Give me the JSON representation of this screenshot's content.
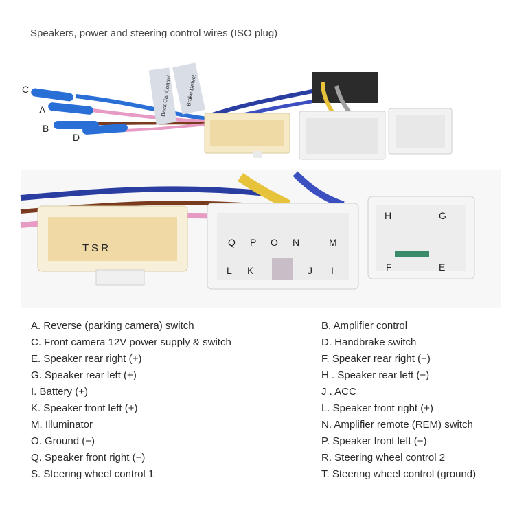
{
  "title": "Speakers, power and steering control wires (ISO plug)",
  "top_labels": [
    "C",
    "A",
    "B",
    "D"
  ],
  "tag_texts": [
    "Back Car Control",
    "Brake Detect"
  ],
  "pin_labels": {
    "left_plug": "T S R",
    "middle_top_row": [
      "Q",
      "P",
      "O",
      "N",
      "M"
    ],
    "middle_bottom_row": [
      "L",
      "K",
      "J",
      "I"
    ],
    "right_plug": [
      "H",
      "G",
      "F",
      "E"
    ]
  },
  "legend": [
    {
      "id": "A",
      "text": "A. Reverse (parking camera) switch"
    },
    {
      "id": "B",
      "text": "B.  Amplifier control"
    },
    {
      "id": "C",
      "text": "C.  Front camera 12V power supply & switch"
    },
    {
      "id": "D",
      "text": "D.  Handbrake switch"
    },
    {
      "id": "E",
      "text": "E. Speaker rear right (+)"
    },
    {
      "id": "F",
      "text": "F.  Speaker rear right (−)"
    },
    {
      "id": "G",
      "text": "G. Speaker rear left (+)"
    },
    {
      "id": "H",
      "text": "H . Speaker rear left (−)"
    },
    {
      "id": "I",
      "text": "I.   Battery (+)"
    },
    {
      "id": "J",
      "text": "J .  ACC"
    },
    {
      "id": "K",
      "text": "K. Speaker front left (+)"
    },
    {
      "id": "L",
      "text": "L. Speaker front right (+)"
    },
    {
      "id": "M",
      "text": "M. Illuminator"
    },
    {
      "id": "N",
      "text": "N.  Amplifier remote (REM) switch"
    },
    {
      "id": "O",
      "text": "O. Ground (−)"
    },
    {
      "id": "P",
      "text": "P. Speaker front left (−)"
    },
    {
      "id": "Q",
      "text": "Q. Speaker front right (−)"
    },
    {
      "id": "R",
      "text": "R. Steering wheel control 2"
    },
    {
      "id": "S",
      "text": "S. Steering wheel control 1"
    },
    {
      "id": "T",
      "text": "T. Steering wheel control (ground)"
    }
  ],
  "colors": {
    "wire_blue": "#2a6fd6",
    "wire_pink": "#e79ac3",
    "wire_brown": "#7a3a1e",
    "plug_cream": "#f3e2b4",
    "plug_white": "#f4f4f4",
    "photo_bg": "#f7f7f7"
  }
}
